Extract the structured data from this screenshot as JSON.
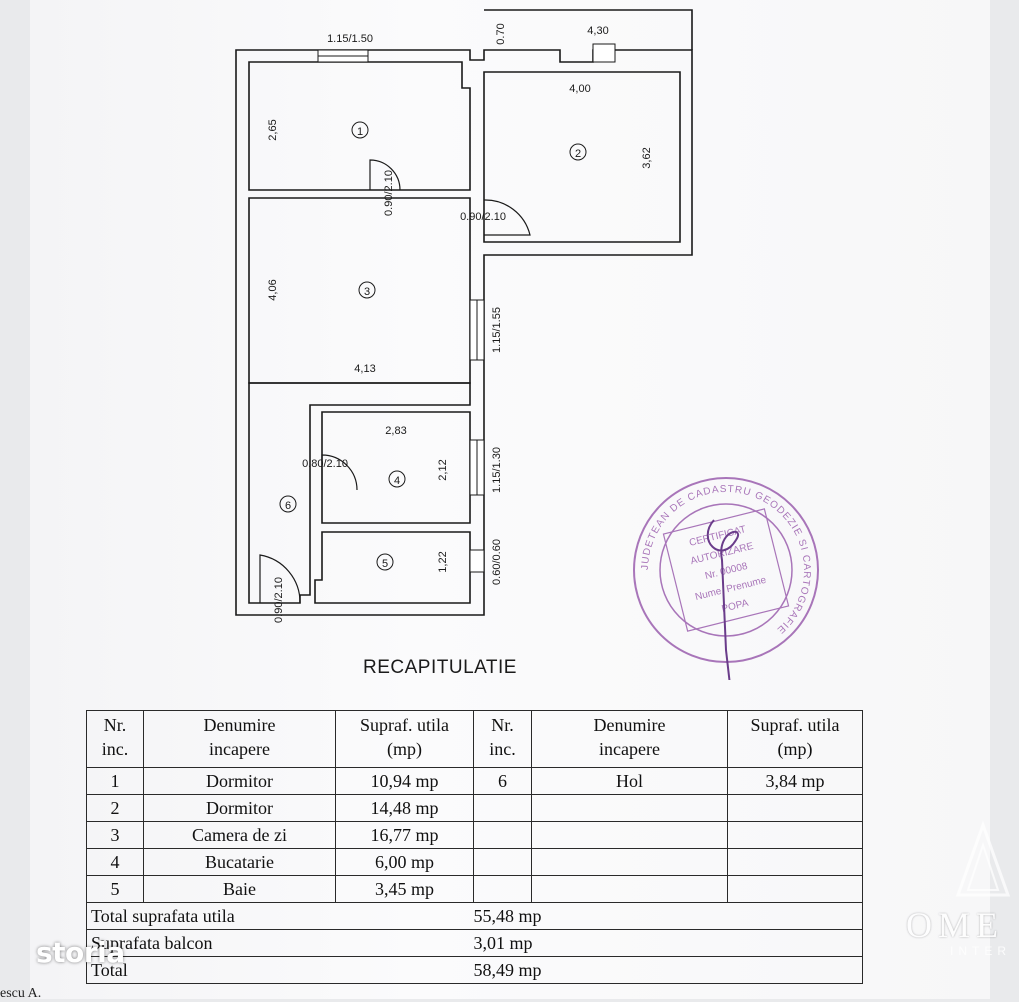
{
  "plan": {
    "dimensions": {
      "window_top": "1.15/1.50",
      "balcony_depth": "0.70",
      "balcony_width": "4,30",
      "room2_width": "4,00",
      "room1_height": "2,65",
      "room2_height": "3,62",
      "door_room1": "0.90/2.10",
      "door_room2": "0.90/2.10",
      "room3_height": "4,06",
      "window_room3": "1.15/1.55",
      "room3_width": "4,13",
      "room4_width": "2,83",
      "door_room4": "0.80/2.10",
      "room4_height": "2,12",
      "window_room4": "1.15/1.30",
      "room5_height": "1,22",
      "window_room5": "0.60/0.60",
      "door_entrance": "0.90/2.10"
    },
    "room_numbers": [
      "1",
      "2",
      "3",
      "4",
      "5",
      "6"
    ]
  },
  "recap": {
    "title": "RECAPITULATIE",
    "headers": {
      "nr_1": "Nr.",
      "inc_1": "inc.",
      "den_1a": "Denumire",
      "den_1b": "incapere",
      "sup_1a": "Supraf. utila",
      "sup_1b": "(mp)",
      "nr_2": "Nr.",
      "inc_2": "inc.",
      "den_2a": "Denumire",
      "den_2b": "incapere",
      "sup_2a": "Supraf. utila",
      "sup_2b": "(mp)"
    },
    "rows": [
      {
        "nr": "1",
        "name": "Dormitor",
        "area": "10,94 mp",
        "nr2": "6",
        "name2": "Hol",
        "area2": "3,84 mp"
      },
      {
        "nr": "2",
        "name": "Dormitor",
        "area": "14,48 mp",
        "nr2": "",
        "name2": "",
        "area2": ""
      },
      {
        "nr": "3",
        "name": "Camera de zi",
        "area": "16,77 mp",
        "nr2": "",
        "name2": "",
        "area2": ""
      },
      {
        "nr": "4",
        "name": "Bucatarie",
        "area": "6,00 mp",
        "nr2": "",
        "name2": "",
        "area2": ""
      },
      {
        "nr": "5",
        "name": "Baie",
        "area": "3,45 mp",
        "nr2": "",
        "name2": "",
        "area2": ""
      }
    ],
    "totals": [
      {
        "label": "Total suprafata utila",
        "value": "55,48 mp"
      },
      {
        "label": "Suprafata balcon",
        "value": "3,01 mp"
      },
      {
        "label": "Total",
        "value": "58,49 mp"
      }
    ]
  },
  "stamp": {
    "ring_text": "JUDETEAN DE CADASTRU GEODEZIE SI CARTOGRAFIE",
    "line1": "CERTIFICAT",
    "line2": "AUTORIZARE",
    "line3": "Nr. 00008",
    "line4": "Nume, Prenume",
    "line5": "POPA",
    "color": "#9b5fae"
  },
  "watermarks": {
    "storia": "storia",
    "omega": "OME",
    "omega_sub": "INTER"
  },
  "corner_text": "escu A.",
  "colors": {
    "ink": "#1a1a1a",
    "paper": "#f6f6f8",
    "stamp": "#9b5fae"
  }
}
